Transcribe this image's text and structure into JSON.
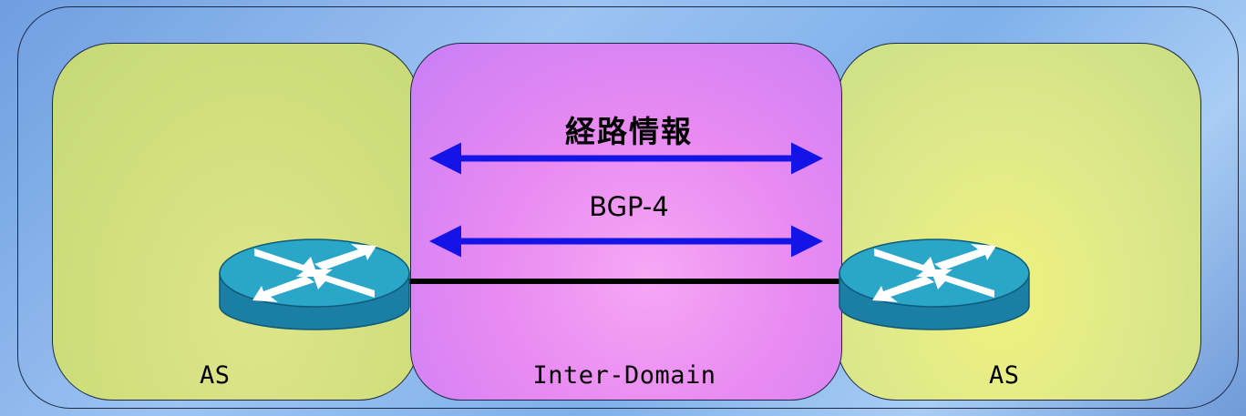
{
  "zones": {
    "left_label": "AS",
    "middle_label": "Inter-Domain",
    "right_label": "AS"
  },
  "links": {
    "route_info_label": "経路情報",
    "protocol_label": "BGP-4"
  },
  "colors": {
    "arrow": "#1414e6",
    "link": "#000000",
    "router_top": "#2aa6c9",
    "router_side": "#1b7ea4"
  },
  "icons": [
    "router-icon",
    "router-icon"
  ]
}
